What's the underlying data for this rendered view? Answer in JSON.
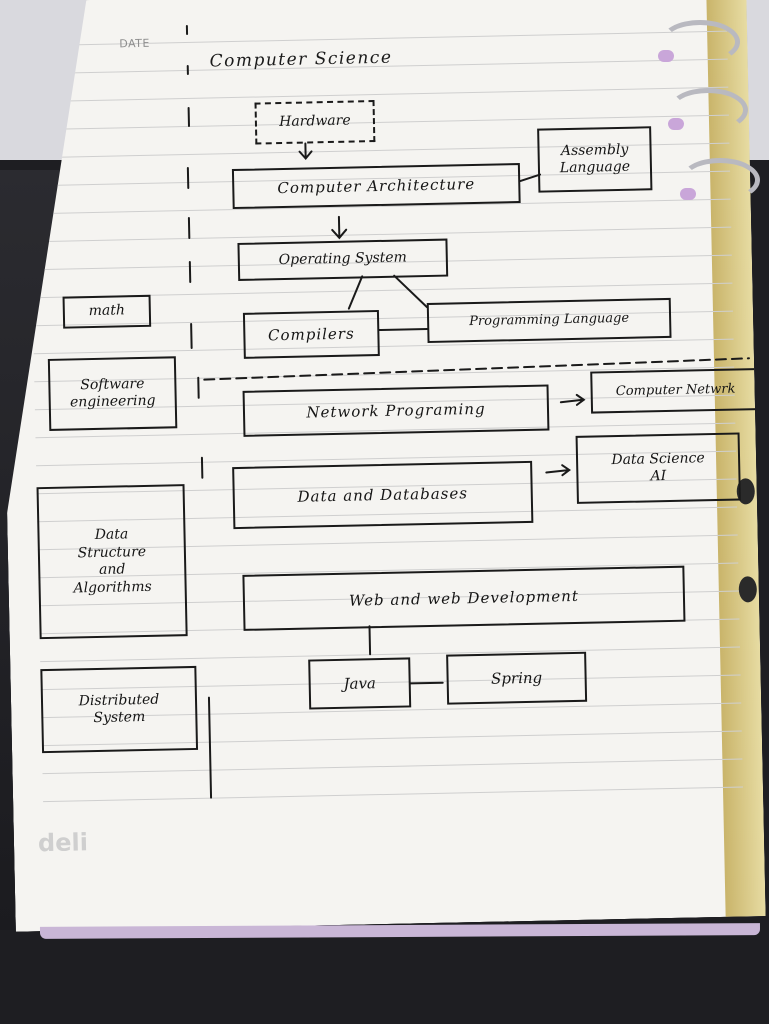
{
  "page": {
    "header_label": "DATE",
    "brand": "deli",
    "title": "Computer Science"
  },
  "nodes": {
    "hardware": "Hardware",
    "computer_architecture": "Computer Architecture",
    "assembly_language": "Assembly\nLanguage",
    "operating_system": "Operating System",
    "compilers": "Compilers",
    "programming_language": "Programming Language",
    "math": "math",
    "software_engineering": "Software\nengineering",
    "network_programming": "Network Programing",
    "computer_network": "Computer Netwrk",
    "data_and_databases": "Data and Databases",
    "data_science_ai": "Data Science\nAI",
    "data_structure_algorithms": "Data\nStructure\nand\nAlgorithms",
    "web_development": "Web and web Development",
    "java": "Java",
    "spring": "Spring",
    "distributed_system": "Distributed\nSystem"
  },
  "colors": {
    "ink": "#1a1a1a",
    "paper": "#f5f4f1",
    "rule": "#cfcfcf",
    "brand_gray": "#cfcfcf"
  }
}
